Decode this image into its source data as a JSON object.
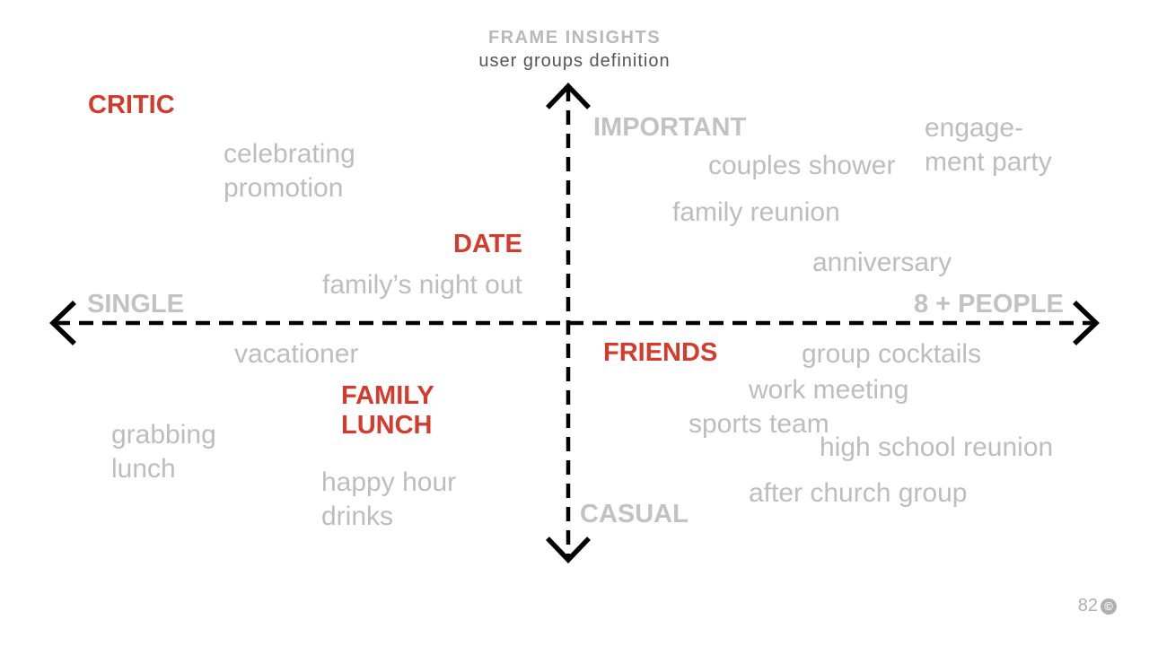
{
  "header": {
    "title": "FRAME INSIGHTS",
    "subtitle": "user groups definition"
  },
  "axes": {
    "vertical_top": "IMPORTANT",
    "vertical_bottom": "CASUAL",
    "horizontal_left": "SINGLE",
    "horizontal_right": "8 + PEOPLE"
  },
  "groups": {
    "critic": "CRITIC",
    "date": "DATE",
    "friends": "FRIENDS",
    "family_lunch": "FAMILY\nLUNCH"
  },
  "occasions": {
    "celebrating_promotion": "celebrating\npromotion",
    "familys_night_out": "family’s night out",
    "vacationer": "vacationer",
    "grabbing_lunch": "grabbing\nlunch",
    "happy_hour_drinks": "happy hour\ndrinks",
    "couples_shower": "couples shower",
    "engagement_party": "engage-\nment party",
    "family_reunion": "family reunion",
    "anniversary": "anniversary",
    "group_cocktails": "group cocktails",
    "work_meeting": "work meeting",
    "sports_team": "sports team",
    "high_school_reunion": "high school reunion",
    "after_church_group": "after church group"
  },
  "footer": {
    "page_number": "82",
    "copyright_symbol": "©"
  },
  "colors": {
    "group_label": "#d43b2c",
    "axis_label": "#c2c2c2",
    "occasion": "#bdbdbd",
    "axis_line": "#000000"
  }
}
